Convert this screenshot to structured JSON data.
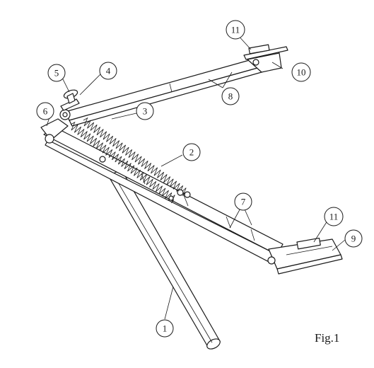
{
  "figure_label": "Fig.1",
  "callouts": [
    {
      "id": "c1",
      "label": "1"
    },
    {
      "id": "c2",
      "label": "2"
    },
    {
      "id": "c3",
      "label": "3"
    },
    {
      "id": "c4",
      "label": "4"
    },
    {
      "id": "c5",
      "label": "5"
    },
    {
      "id": "c6",
      "label": "6"
    },
    {
      "id": "c7",
      "label": "7"
    },
    {
      "id": "c8",
      "label": "8"
    },
    {
      "id": "c9",
      "label": "9"
    },
    {
      "id": "c10",
      "label": "10"
    },
    {
      "id": "c11a",
      "label": "11"
    },
    {
      "id": "c11b",
      "label": "11"
    }
  ],
  "colors": {
    "line": "#1a1a1a",
    "background": "#ffffff"
  }
}
